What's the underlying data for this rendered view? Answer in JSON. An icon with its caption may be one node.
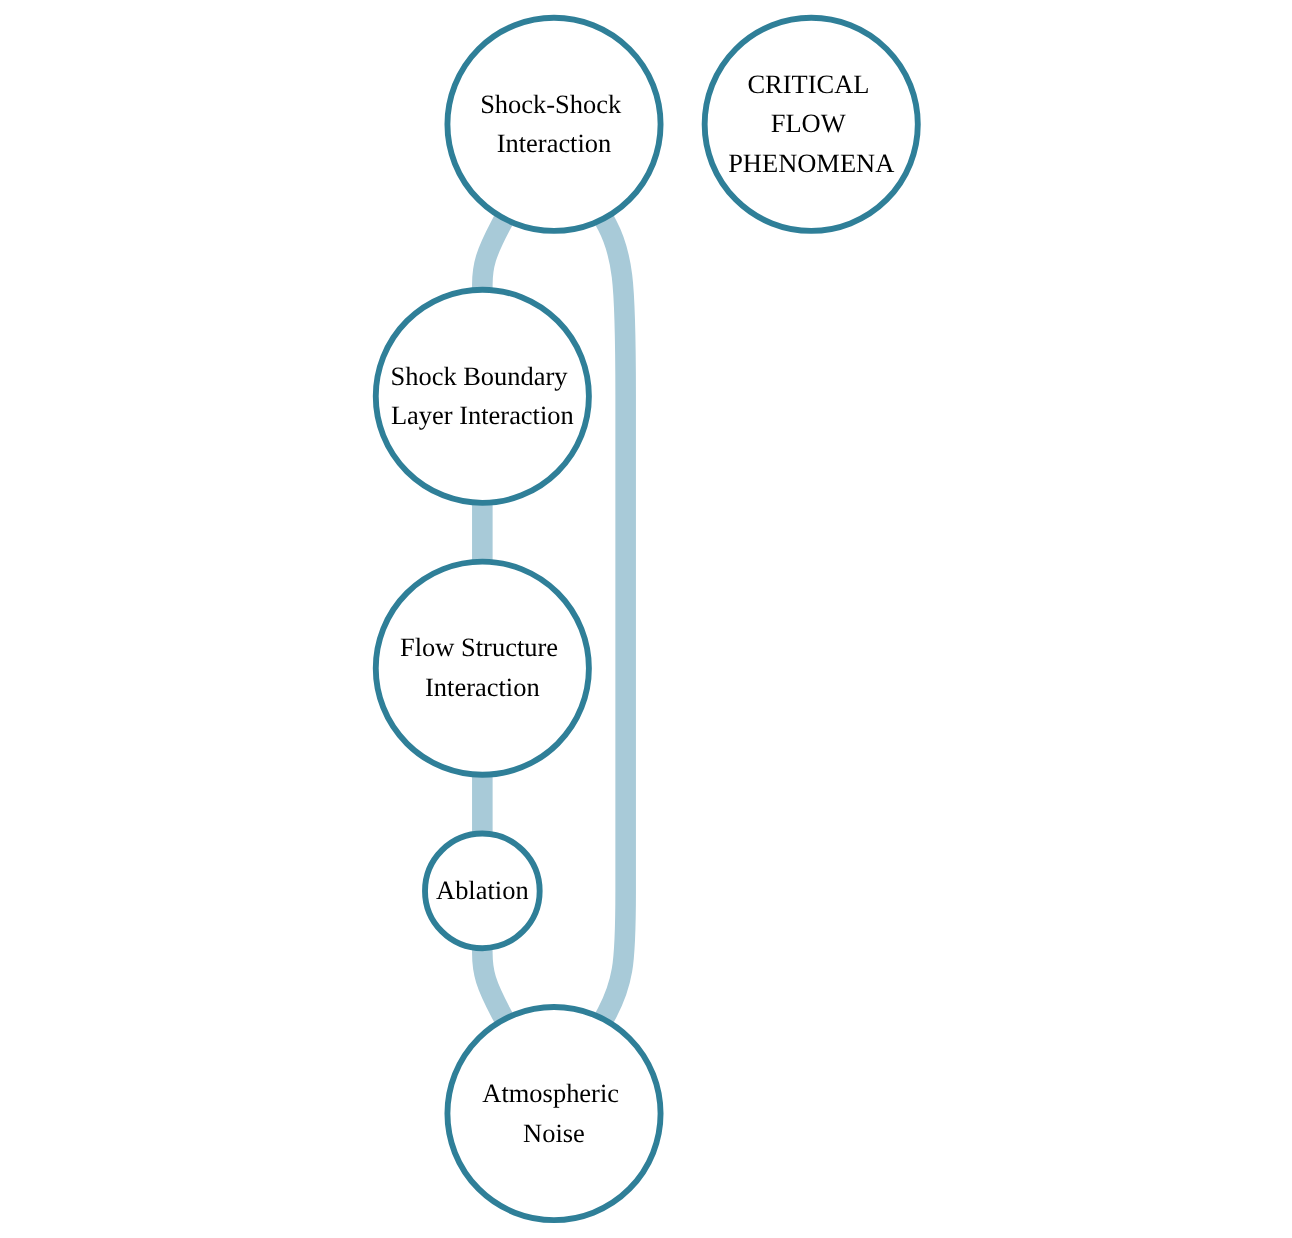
{
  "diagram": {
    "nodes": [
      {
        "text": [
          "Shock-Shock Interaction"
        ]
      },
      {
        "text": [
          "Atmospheric Noise"
        ]
      },
      {
        "text": [
          "Shock Boundary Layer Interaction"
        ]
      },
      {
        "text": [
          "CRITICAL FLOW PHENOMENA"
        ]
      },
      {
        "text": [
          "Ablation"
        ]
      },
      {
        "text": [
          "Flow Structure Interaction"
        ]
      }
    ],
    "edges": [
      {
        "from": 0,
        "to": 2,
        "arrow": "none"
      },
      {
        "from": 2,
        "to": 5,
        "arrow": "none"
      },
      {
        "from": 5,
        "to": 4,
        "arrow": "none"
      },
      {
        "from": 4,
        "to": 1,
        "arrow": "none"
      },
      {
        "from": 1,
        "to": 0,
        "arrow": "none"
      }
    ]
  }
}
